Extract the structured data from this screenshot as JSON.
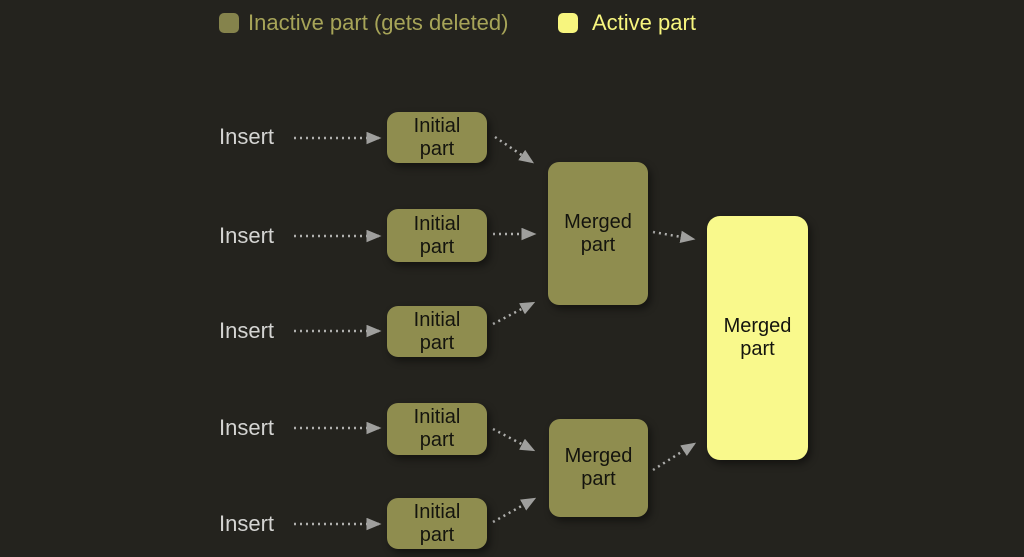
{
  "colors": {
    "background": "#24231e",
    "inactive_part_fill": "#8f8d4f",
    "active_part_fill": "#f9f98c",
    "legend_inactive_text": "#a7a458",
    "legend_active_text": "#f7f57e",
    "insert_text": "#d4d4d2",
    "node_text": "#14140e",
    "arrow": "#b0b0ae"
  },
  "legend": {
    "items": [
      {
        "label": "Inactive part (gets deleted)",
        "state": "inactive"
      },
      {
        "label": "Active part",
        "state": "active"
      }
    ]
  },
  "flow": {
    "rows": [
      {
        "insert_label": "Insert",
        "part_label": "Initial part"
      },
      {
        "insert_label": "Insert",
        "part_label": "Initial part"
      },
      {
        "insert_label": "Insert",
        "part_label": "Initial part"
      },
      {
        "insert_label": "Insert",
        "part_label": "Initial part"
      },
      {
        "insert_label": "Insert",
        "part_label": "Initial part"
      }
    ],
    "merged_intermediate": [
      {
        "label": "Merged part",
        "state": "inactive"
      },
      {
        "label": "Merged part",
        "state": "inactive"
      }
    ],
    "merged_final": {
      "label": "Merged part",
      "state": "active"
    }
  }
}
